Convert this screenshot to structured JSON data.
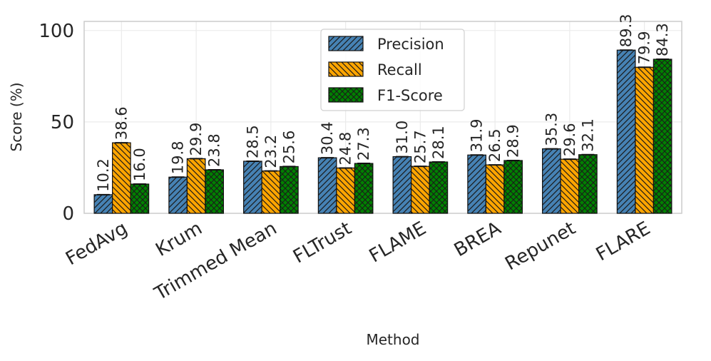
{
  "chart_data": {
    "type": "bar",
    "title": "",
    "xlabel": "Method",
    "ylabel": "Score (%)",
    "ylim": [
      0,
      105
    ],
    "yticks": [
      0,
      50,
      100
    ],
    "grid": true,
    "legend_position": "top-center",
    "categories": [
      "FedAvg",
      "Krum",
      "Trimmed Mean",
      "FLTrust",
      "FLAME",
      "BREA",
      "Repunet",
      "FLARE"
    ],
    "series": [
      {
        "name": "Precision",
        "color": "#4682b4",
        "hatch": "diagonal",
        "values": [
          10.2,
          19.8,
          28.5,
          30.4,
          31.0,
          31.9,
          35.3,
          89.3
        ],
        "labels": [
          "10.2",
          "19.8",
          "28.5",
          "30.4",
          "31.0",
          "31.9",
          "35.3",
          "89.3"
        ]
      },
      {
        "name": "Recall",
        "color": "#ffa500",
        "hatch": "back-diagonal",
        "values": [
          38.6,
          29.9,
          23.2,
          24.8,
          25.7,
          26.5,
          29.6,
          79.9
        ],
        "labels": [
          "38.6",
          "29.9",
          "23.2",
          "24.8",
          "25.7",
          "26.5",
          "29.6",
          "79.9"
        ]
      },
      {
        "name": "F1-Score",
        "color": "#008000",
        "hatch": "crosshatch",
        "values": [
          16.0,
          23.8,
          25.6,
          27.3,
          28.1,
          28.9,
          32.1,
          84.3
        ],
        "labels": [
          "16.0",
          "23.8",
          "25.6",
          "27.3",
          "28.1",
          "28.9",
          "32.1",
          "84.3"
        ]
      }
    ]
  }
}
